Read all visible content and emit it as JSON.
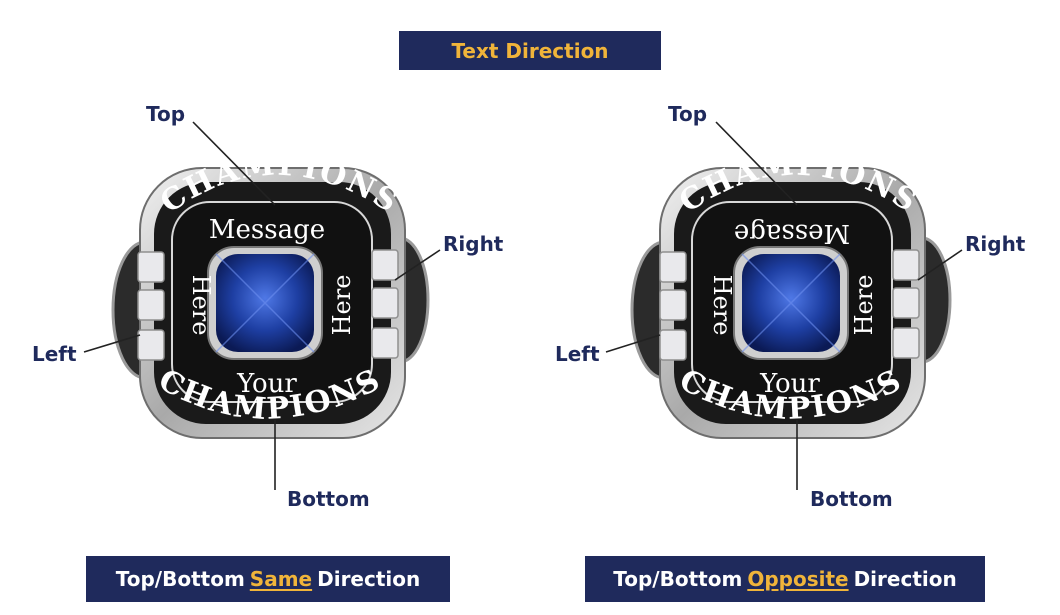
{
  "header": {
    "title": "Text Direction"
  },
  "ring_text": {
    "champions": "CHAMPIONS",
    "message": "Message",
    "here": "Here",
    "your": "Your"
  },
  "positions": {
    "top": "Top",
    "bottom": "Bottom",
    "left": "Left",
    "right": "Right"
  },
  "captions": {
    "same": {
      "prefix": "Top/Bottom",
      "highlight": "Same",
      "suffix": "Direction"
    },
    "opposite": {
      "prefix": "Top/Bottom",
      "highlight": "Opposite",
      "suffix": "Direction"
    }
  },
  "colors": {
    "navy": "#1f2a5c",
    "gold": "#f0b43a",
    "stone": "#1e3fa3"
  }
}
